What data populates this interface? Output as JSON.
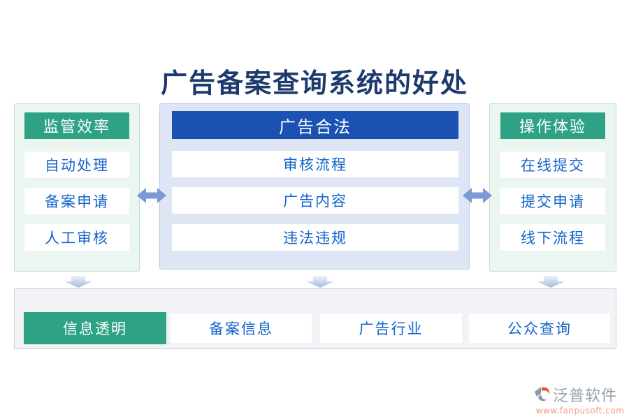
{
  "title": "广告备案查询系统的好处",
  "colors": {
    "green": "#2fa285",
    "blue_header": "#1a51b2",
    "item_text": "#1464cb",
    "title_text": "#1e3a6d",
    "panel_mint": "#ebf6f1",
    "panel_lavender": "#dee5f4",
    "bar_bg": "#f1f3f6",
    "h_arrow": "#7d99d6"
  },
  "panels": [
    {
      "header": "监管效率",
      "theme": "green",
      "items": [
        "自动处理",
        "备案申请",
        "人工审核"
      ]
    },
    {
      "header": "广告合法",
      "theme": "blue",
      "items": [
        "审核流程",
        "广告内容",
        "违法违规"
      ]
    },
    {
      "header": "操作体验",
      "theme": "green",
      "items": [
        "在线提交",
        "提交申请",
        "线下流程"
      ]
    }
  ],
  "bottom_bar": {
    "highlight": "信息透明",
    "items": [
      "备案信息",
      "广告行业",
      "公众查询"
    ]
  },
  "watermark": {
    "brand": "泛普软件",
    "url": "www.fanpusoft.com"
  }
}
